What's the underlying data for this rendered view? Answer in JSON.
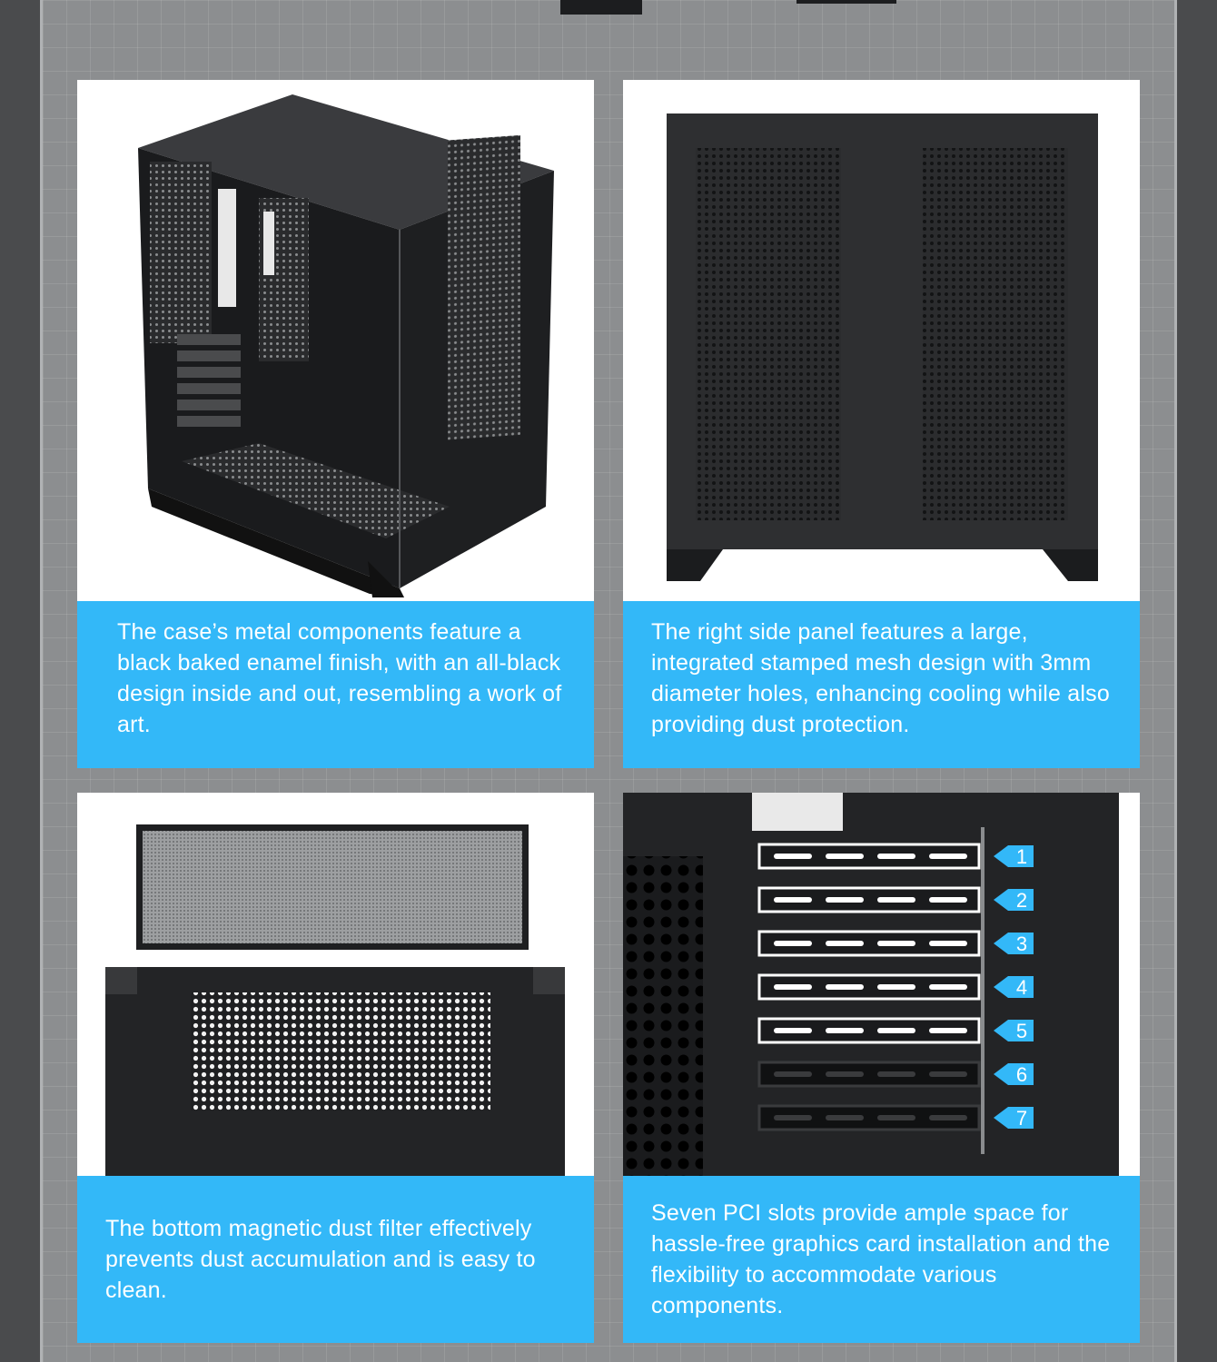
{
  "cards": [
    {
      "name": "enamel-finish",
      "caption": "The case’s metal components feature a black baked enamel finish, with an all-black design inside and out, resembling a work of art.",
      "image_alt": "PC case with glass front and side panels"
    },
    {
      "name": "side-mesh",
      "caption": "The right side panel features a large, integrated stamped mesh design with 3mm diameter holes, enhancing cooling while also providing dust protection.",
      "image_alt": "Right side panel with stamped mesh"
    },
    {
      "name": "dust-filter",
      "caption": "The bottom magnetic dust filter effectively prevents dust accumulation and is easy to clean.",
      "image_alt": "Bottom magnetic dust filter"
    },
    {
      "name": "pci-slots",
      "caption": "Seven PCI slots provide ample space for hassle-free graphics card installation and the flexibility to accommodate various components.",
      "image_alt": "Seven PCI expansion slots"
    }
  ],
  "pci_slot_numbers": [
    "1",
    "2",
    "3",
    "4",
    "5",
    "6",
    "7"
  ],
  "colors": {
    "caption_bg": "#33b8f8",
    "background": "#8c8e90",
    "outer": "#4a4b4d"
  }
}
